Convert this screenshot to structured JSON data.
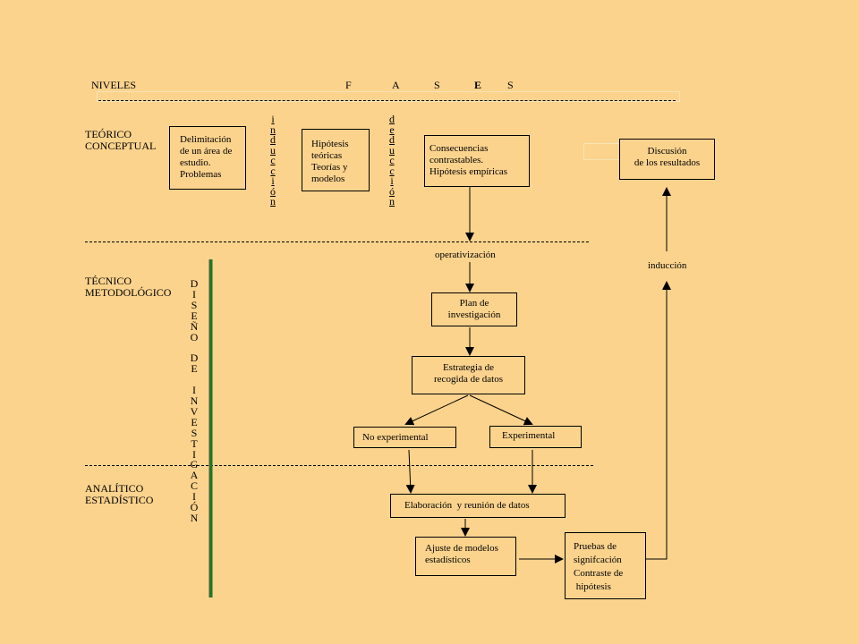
{
  "header": {
    "niveles": "NIVELES",
    "fases": [
      "F",
      "A",
      "S",
      "E",
      "S"
    ]
  },
  "levels": {
    "teorico": "TEÓRICO\nCONCEPTUAL",
    "tecnico": "TÉCNICO\nMETODOLÓGICO",
    "analitico": "ANALÍTICO\nESTADÍSTICO"
  },
  "vertical": {
    "induccion": "inducción",
    "deduccion": "deducción",
    "diseno": "DISEÑO DE INVESTIGACIÓN"
  },
  "boxes": {
    "delimitacion": "Delimitación\nde un área de\nestudio.\nProblemas",
    "hipotesis": "Hipótesis\nteóricas\nTeorías y\nmodelos",
    "consecuencias": "Consecuencias\ncontrastables.\nHipótesis empíricas",
    "discusion": "Discusión\nde los resultados",
    "plan": "Plan de\ninvestigación",
    "estrategia": "Estrategia de\nrecogida de datos",
    "no_experimental": "No experimental",
    "experimental": "Experimental",
    "elaboracion": "Elaboración  y reunión de datos",
    "ajuste": "Ajuste de modelos\nestadísticos",
    "pruebas": "Pruebas de\nsignifcación\nContraste de\n hipótesis"
  },
  "labels": {
    "operativizacion": "operativización",
    "induccion_right": "inducción"
  }
}
